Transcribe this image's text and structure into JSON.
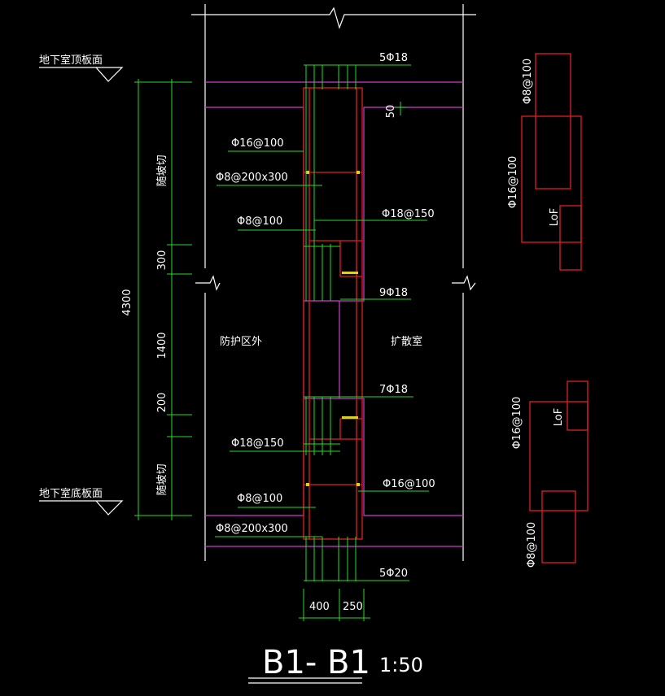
{
  "drawing": {
    "title": "B1- B1",
    "scale": "1:50"
  },
  "levels": {
    "top": "地下室顶板面",
    "bottom": "地下室底板面"
  },
  "zones": {
    "left": "防护区外",
    "right": "扩散室"
  },
  "dimensions": {
    "total_height": "4300",
    "segment_top": "随坡切",
    "segment_300": "300",
    "segment_1400": "1400",
    "segment_200": "200",
    "segment_bottom": "随坡切",
    "offset_50": "50",
    "width_400": "400",
    "width_250": "250"
  },
  "rebar_labels": {
    "r_5phi18": "5Φ18",
    "r_phi16_100_upper": "Φ16@100",
    "r_phi8_200x300_upper": "Φ8@200x300",
    "r_phi8_100_upper": "Φ8@100",
    "r_phi18_150_right": "Φ18@150",
    "r_9phi18": "9Φ18",
    "r_7phi18": "7Φ18",
    "r_phi18_150_left": "Φ18@150",
    "r_phi16_100_lower": "Φ16@100",
    "r_phi8_100_lower": "Φ8@100",
    "r_phi8_200x300_lower": "Φ8@200x300",
    "r_5phi20": "5Φ20"
  },
  "details": {
    "upper": {
      "phi8": "Φ8@100",
      "phi16": "Φ16@100",
      "lof": "LoF"
    },
    "lower": {
      "phi16": "Φ16@100",
      "lof": "LoF",
      "phi8": "Φ8@100"
    }
  },
  "colors": {
    "white": "#ffffff",
    "magenta": "#d03ad0",
    "red": "#e02020",
    "green": "#22dd22",
    "yellow": "#e0d020"
  }
}
